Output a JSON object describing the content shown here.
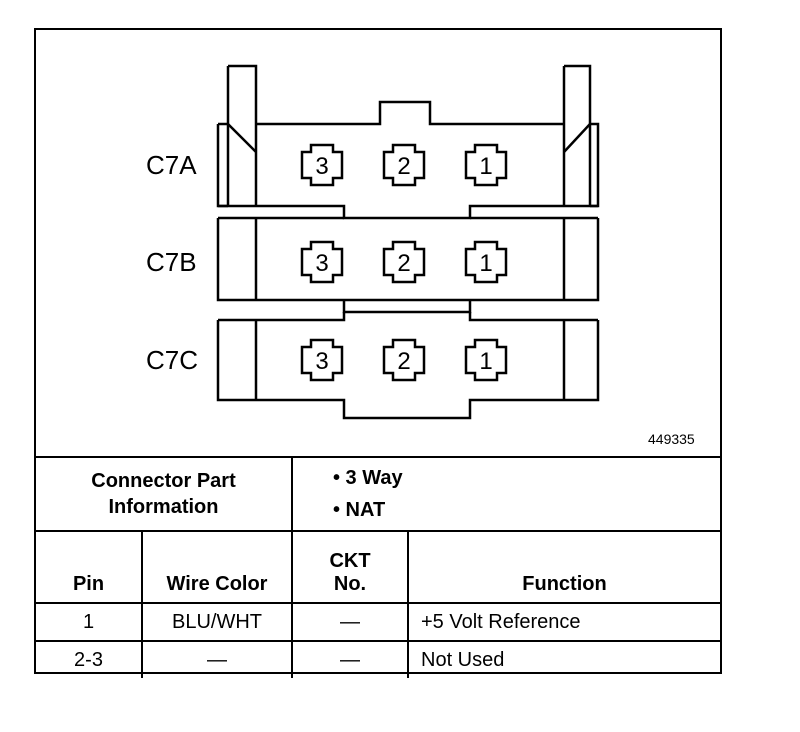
{
  "diagram": {
    "connectors": [
      {
        "label": "C7A",
        "pins": [
          "3",
          "2",
          "1"
        ]
      },
      {
        "label": "C7B",
        "pins": [
          "3",
          "2",
          "1"
        ]
      },
      {
        "label": "C7C",
        "pins": [
          "3",
          "2",
          "1"
        ]
      }
    ],
    "figure_number": "449335"
  },
  "info": {
    "title_line1": "Connector Part",
    "title_line2": "Information",
    "bullets": [
      "• 3 Way",
      "• NAT"
    ]
  },
  "table": {
    "headers": {
      "pin": "Pin",
      "wire_color": "Wire Color",
      "ckt_line1": "CKT",
      "ckt_line2": "No.",
      "function": "Function"
    },
    "rows": [
      {
        "pin": "1",
        "wire_color": "BLU/WHT",
        "ckt": "—",
        "function": "+5 Volt Reference"
      },
      {
        "pin": "2-3",
        "wire_color": "—",
        "ckt": "—",
        "function": "Not Used"
      }
    ]
  }
}
